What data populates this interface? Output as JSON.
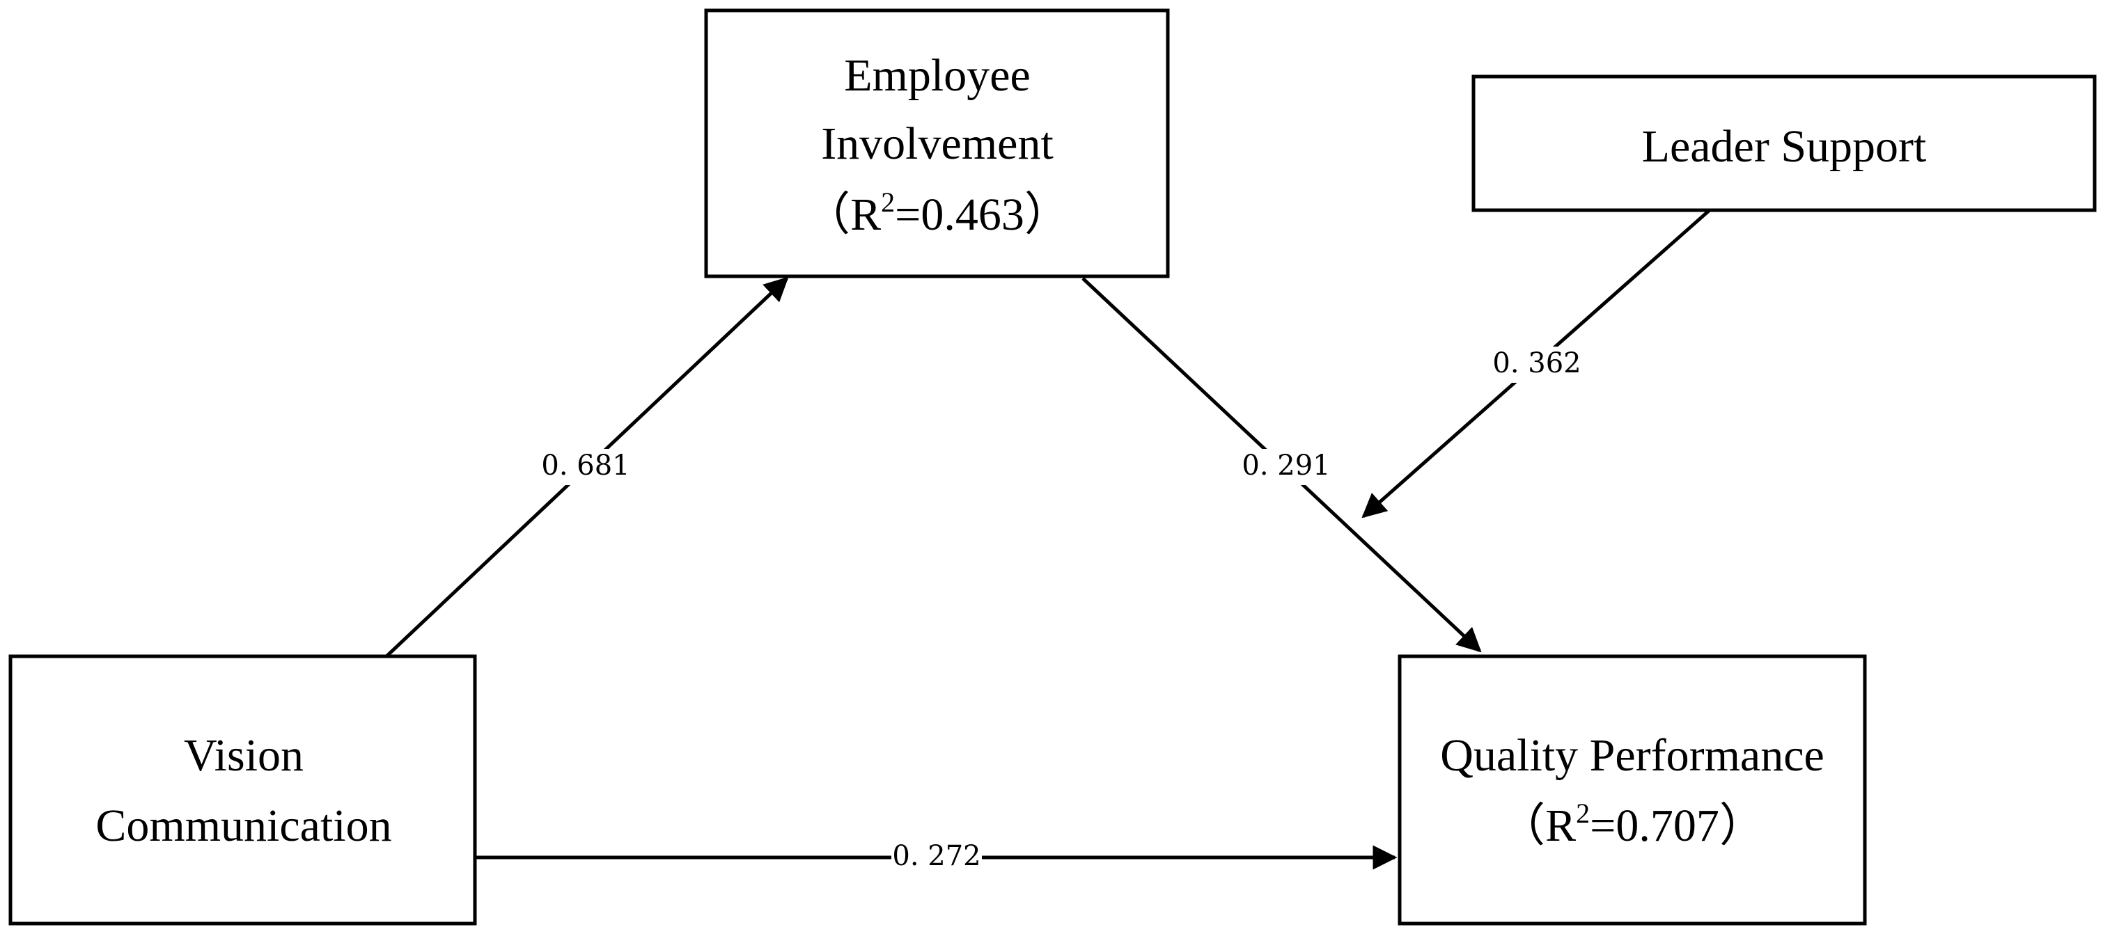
{
  "nodes": {
    "employee_involvement": {
      "line1": "Employee",
      "line2": "Involvement",
      "r2_open": "（R",
      "r2_sup": "2",
      "r2_value": "=0.463）"
    },
    "leader_support": {
      "line1": "Leader Support"
    },
    "vision_communication": {
      "line1": "Vision",
      "line2": "Communication"
    },
    "quality_performance": {
      "line1": "Quality Performance",
      "r2_open": "（R",
      "r2_sup": "2",
      "r2_value": "=0.707）"
    }
  },
  "edges": {
    "vc_to_ei": "0. 681",
    "ei_to_qp": "0. 291",
    "ls_to_qp": "0. 362",
    "vc_to_qp": "0. 272"
  },
  "colors": {
    "stroke": "#000000",
    "background": "#ffffff"
  }
}
